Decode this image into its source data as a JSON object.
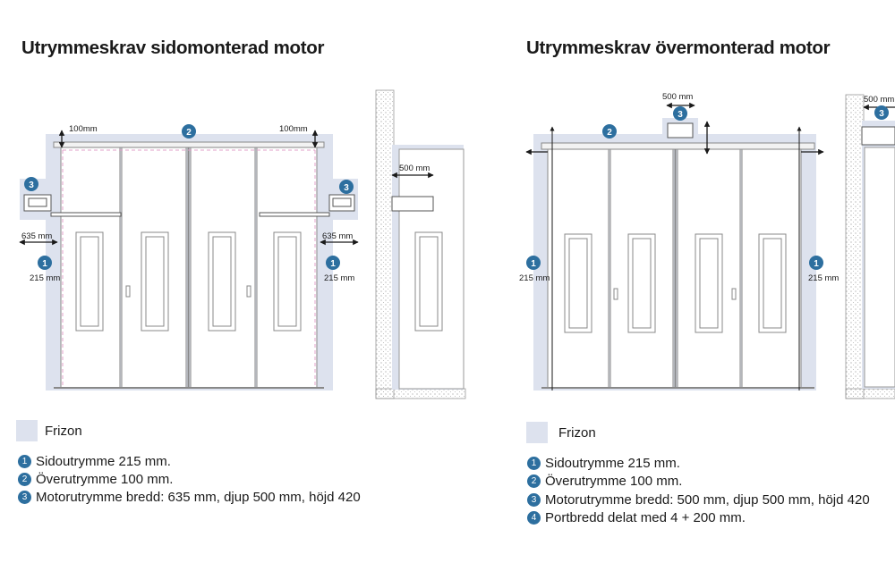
{
  "left": {
    "title": "Utrymmeskrav sidomonterad motor",
    "labels": {
      "top_left": "100mm",
      "top_right": "100mm",
      "motor_width_left": "635 mm",
      "motor_width_right": "635 mm",
      "side_left": "215 mm",
      "side_right": "215 mm",
      "depth": "500 mm"
    },
    "badges": {
      "top": "2",
      "motor_left": "3",
      "motor_right": "3",
      "side_left": "1",
      "side_right": "1"
    },
    "frizon": "Frizon",
    "legend": [
      {
        "num": "1",
        "text": "Sidoutrymme 215 mm."
      },
      {
        "num": "2",
        "text": "Överutrymme 100 mm."
      },
      {
        "num": "3",
        "text": "Motorutrymme bredd: 635 mm, djup 500 mm, höjd 420"
      }
    ]
  },
  "right": {
    "title": "Utrymmeskrav övermonterad motor",
    "labels": {
      "motor_width": "500 mm",
      "side_left": "215 mm",
      "side_right": "215 mm",
      "depth": "500 mm"
    },
    "badges": {
      "top": "2",
      "motor": "3",
      "side_left": "1",
      "side_right": "1",
      "side_view": "3"
    },
    "frizon": "Frizon",
    "legend": [
      {
        "num": "1",
        "text": "Sidoutrymme 215 mm."
      },
      {
        "num": "2",
        "text": "Överutrymme 100 mm."
      },
      {
        "num": "3",
        "text": "Motorutrymme bredd: 500 mm, djup 500 mm, höjd 420"
      },
      {
        "num": "4",
        "text": "Portbredd delat med 4 + 200 mm."
      }
    ]
  },
  "colors": {
    "frizon": "#dde2ee",
    "badge": "#2d6f9f",
    "door": "#ffffff",
    "frame": "#8a8a8a"
  }
}
